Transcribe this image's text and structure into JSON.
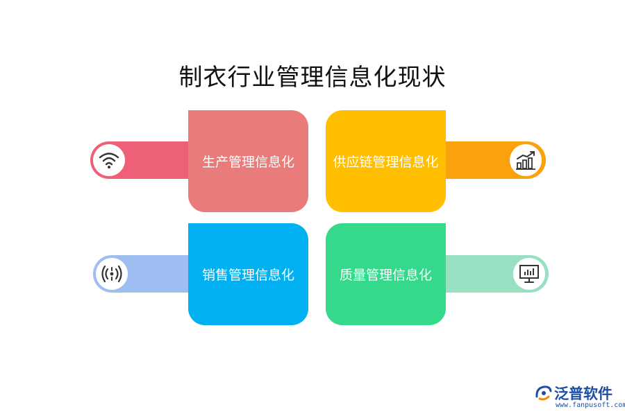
{
  "title": "制衣行业管理信息化现状",
  "items": [
    {
      "label": "生产管理信息化",
      "color": "#e97b7b",
      "pill_color": "#ee6077",
      "icon": "wifi-icon"
    },
    {
      "label": "供应链管理信息化",
      "color": "#ffbe00",
      "pill_color": "#fba10c",
      "icon": "bar-chart-icon"
    },
    {
      "label": "销售管理信息化",
      "color": "#00b0f0",
      "pill_color": "#9ebdf0",
      "icon": "broadcast-icon"
    },
    {
      "label": "质量管理信息化",
      "color": "#35d98b",
      "pill_color": "#99e0c2",
      "icon": "monitor-chart-icon"
    }
  ],
  "logo": {
    "name": "泛普软件",
    "url": "www.fanpusoft.com"
  }
}
